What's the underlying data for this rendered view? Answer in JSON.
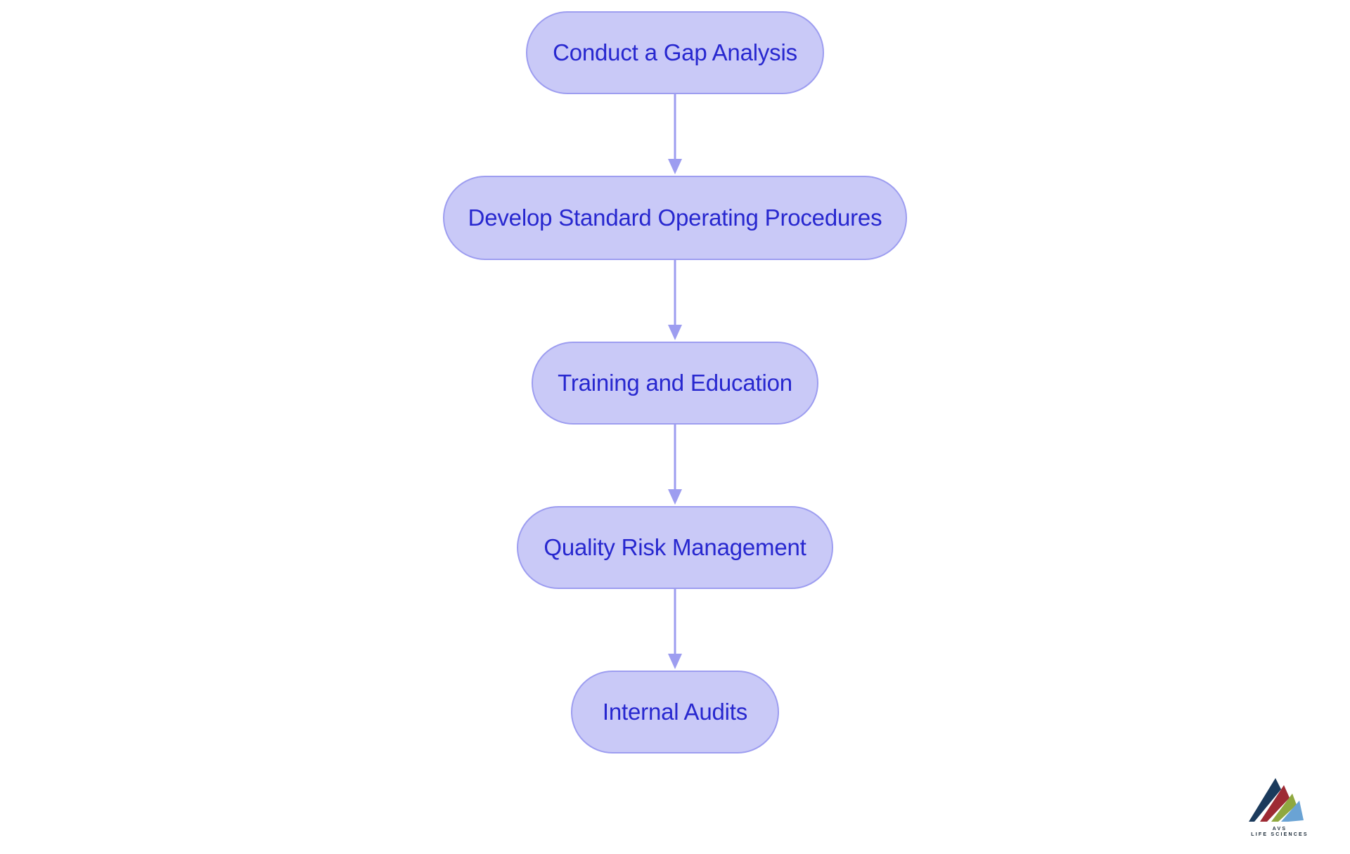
{
  "diagram": {
    "type": "vertical-flowchart",
    "title": "",
    "orientation": "top-to-bottom",
    "node_fill": "#c9c9f7",
    "node_border": "#9d9df0",
    "node_text_color": "#2727cf",
    "arrow_color": "#9d9df0",
    "background": "#ffffff",
    "nodes": [
      {
        "id": "n0",
        "label": "Conduct a Gap Analysis"
      },
      {
        "id": "n1",
        "label": "Develop Standard Operating Procedures"
      },
      {
        "id": "n2",
        "label": "Training and Education"
      },
      {
        "id": "n3",
        "label": "Quality Risk Management"
      },
      {
        "id": "n4",
        "label": "Internal Audits"
      }
    ],
    "edges": [
      {
        "from": "n0",
        "to": "n1",
        "label": ""
      },
      {
        "from": "n1",
        "to": "n2",
        "label": ""
      },
      {
        "from": "n2",
        "to": "n3",
        "label": ""
      },
      {
        "from": "n3",
        "to": "n4",
        "label": ""
      }
    ]
  },
  "logo": {
    "line1": "AVS",
    "line2": "LIFE SCIENCES",
    "colors": {
      "navy": "#1b3a5c",
      "red": "#9e2a33",
      "green": "#8fa83f",
      "blue": "#6aa3d4",
      "text": "#1b2a38"
    }
  }
}
